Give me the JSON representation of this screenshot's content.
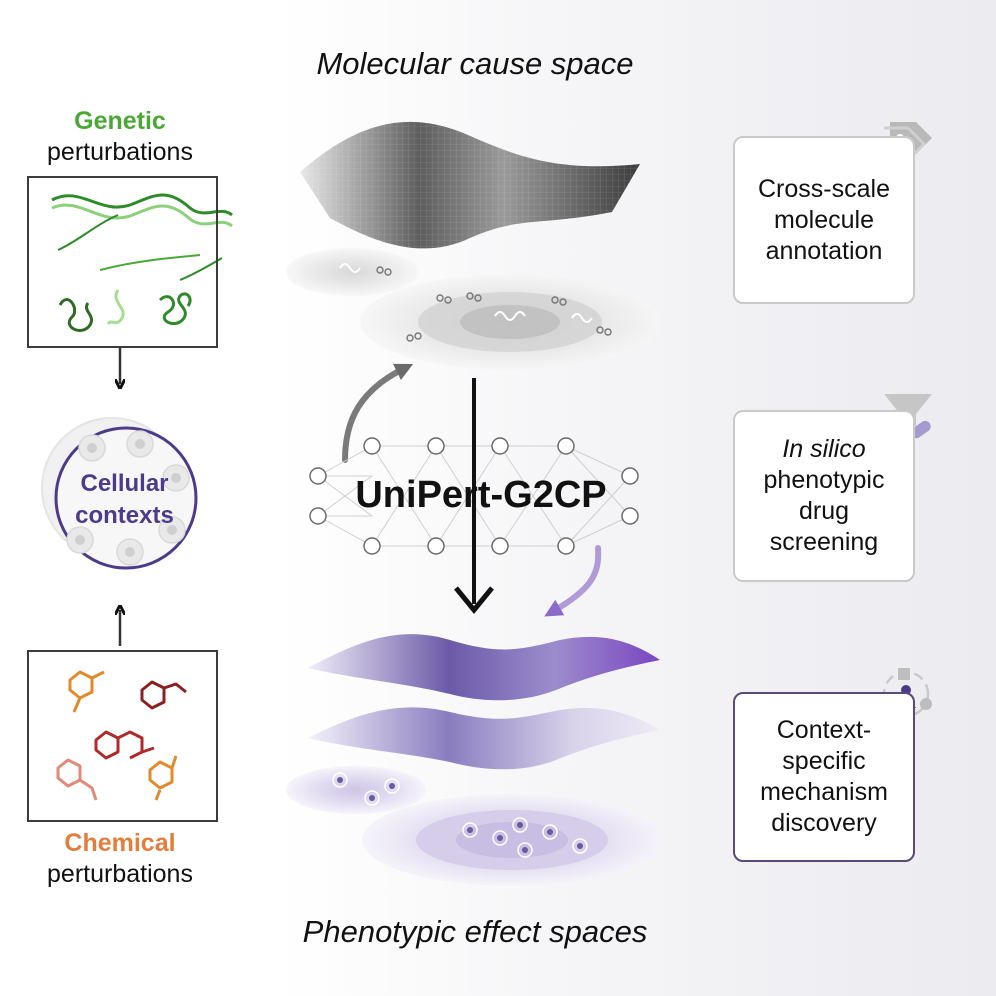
{
  "titles": {
    "top": "Molecular cause space",
    "bottom": "Phenotypic effect spaces"
  },
  "left": {
    "genetic_word": "Genetic",
    "genetic_rest": "perturbations",
    "cellular_line1": "Cellular",
    "cellular_line2": "contexts",
    "chemical_word": "Chemical",
    "chemical_rest": "perturbations"
  },
  "model": {
    "name": "UniPert-G2CP"
  },
  "right": {
    "box1": {
      "line1": "Cross-scale",
      "line2": "molecule",
      "line3": "annotation"
    },
    "box2": {
      "line1": "In silico",
      "line2": "phenotypic",
      "line3": "drug",
      "line4": "screening"
    },
    "box3": {
      "line1": "Context-",
      "line2": "specific",
      "line3": "mechanism",
      "line4": "discovery"
    }
  },
  "colors": {
    "genetic_green": "#4aa836",
    "chemical_orange": "#e47d3c",
    "context_purple": "#4d3b8a",
    "effect_purple": "#6a4fb0"
  },
  "icons": [
    "tag-icon",
    "funnel-pill-icon",
    "cycle-person-icon"
  ]
}
